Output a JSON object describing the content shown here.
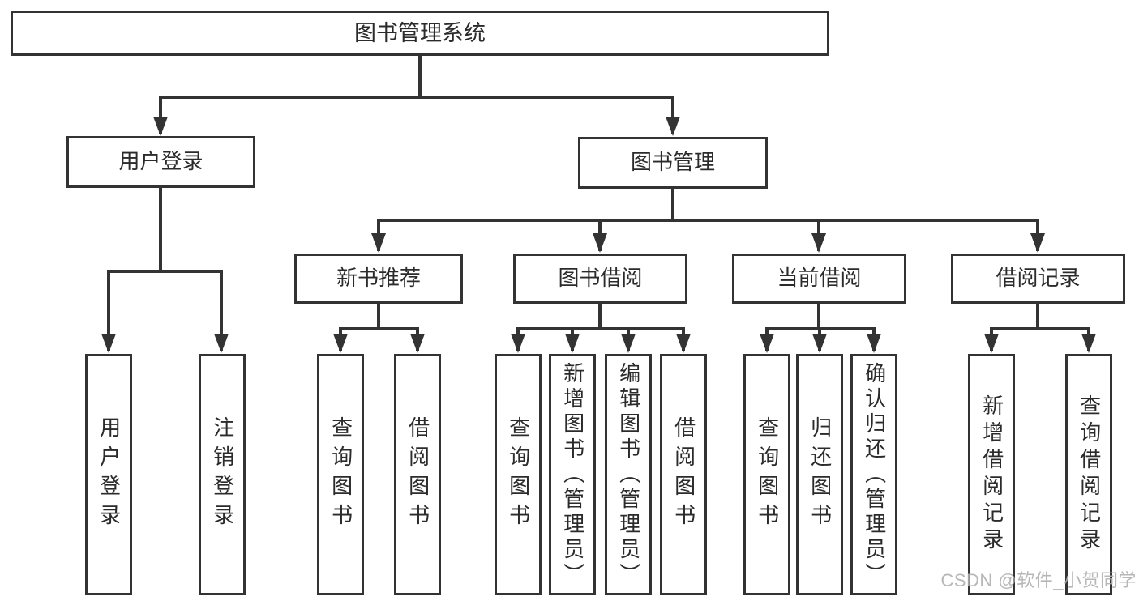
{
  "tree": {
    "label": "图书管理系统",
    "children": [
      {
        "label": "用户登录",
        "children": [
          {
            "label": "用户登录"
          },
          {
            "label": "注销登录"
          }
        ]
      },
      {
        "label": "图书管理",
        "children": [
          {
            "label": "新书推荐",
            "children": [
              {
                "label": "查询图书"
              },
              {
                "label": "借阅图书"
              }
            ]
          },
          {
            "label": "图书借阅",
            "children": [
              {
                "label": "查询图书"
              },
              {
                "label": "新增图书（管理员）"
              },
              {
                "label": "编辑图书（管理员）"
              },
              {
                "label": "借阅图书"
              }
            ]
          },
          {
            "label": "当前借阅",
            "children": [
              {
                "label": "查询图书"
              },
              {
                "label": "归还图书"
              },
              {
                "label": "确认归还（管理员）"
              }
            ]
          },
          {
            "label": "借阅记录",
            "children": [
              {
                "label": "新增借阅记录"
              },
              {
                "label": "查询借阅记录"
              }
            ]
          }
        ]
      }
    ]
  },
  "watermark": {
    "text": "CSDN @软件_小贺同学"
  },
  "colors": {
    "line": "#333333",
    "box_border": "#333333",
    "box_fill": "#ffffff",
    "text": "#2b2b2b",
    "watermark": "#b0b0b0",
    "background": "#ffffff"
  }
}
